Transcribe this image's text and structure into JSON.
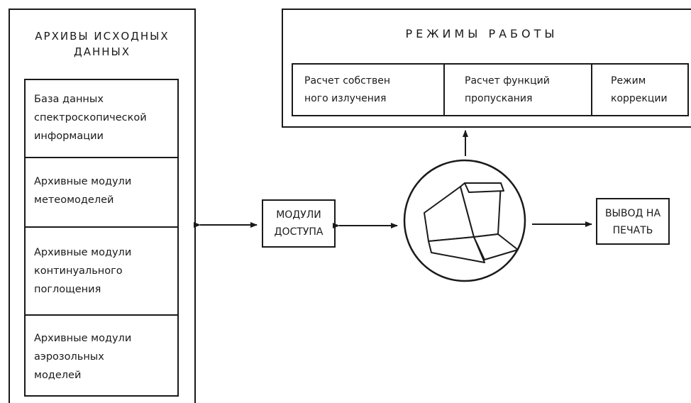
{
  "archives": {
    "title": "АРХИВЫ ИСХОДНЫХ\nДАННЫХ",
    "items": [
      {
        "label": "База данных\nспектроскопической\nинформации"
      },
      {
        "label": "Архивные модули\nметеомоделей"
      },
      {
        "label": "Архивные модули\nконтинуального\nпоглощения"
      },
      {
        "label": "Архивные модули\nаэрозольных\nмоделей"
      }
    ]
  },
  "modes": {
    "title": "РЕЖИМЫ РАБОТЫ",
    "items": [
      {
        "label": "Расчет собствен\nного излучения"
      },
      {
        "label": "Расчет функций\nпропускания"
      },
      {
        "label": "Режим\nкоррекции"
      }
    ]
  },
  "access_modules": {
    "label": "МОДУЛИ\nДОСТУПА"
  },
  "print_output": {
    "label": "ВЫВОД НА\nПЕЧАТЬ"
  },
  "computer": {
    "icon": "computer-terminal-icon"
  }
}
